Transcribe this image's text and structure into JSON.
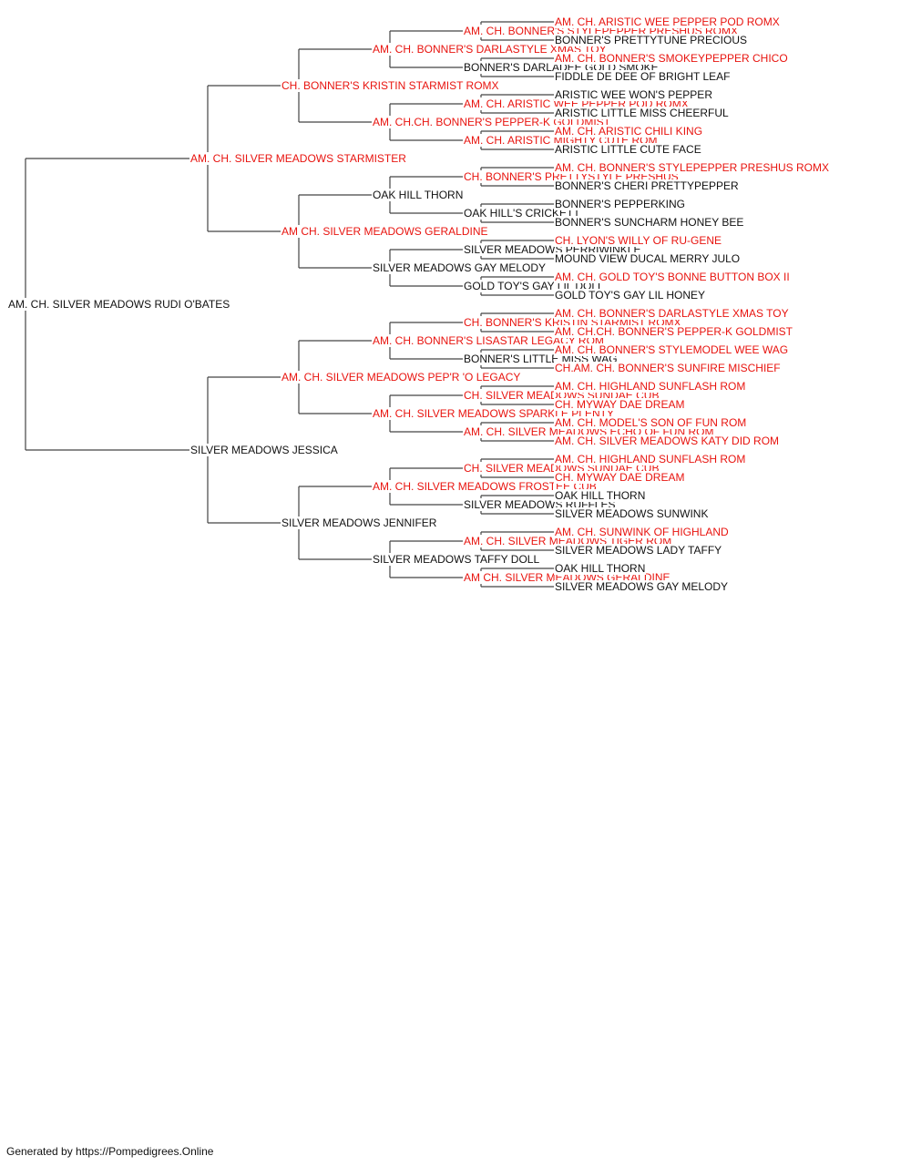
{
  "colors": {
    "champion": "#e8140f",
    "normal": "#111111",
    "line": "#444444"
  },
  "subject": {
    "name": "AM. CH. SILVER MEADOWS RUDI O'BATES",
    "ch": false
  },
  "generations": [
    [
      {
        "name": "AM. CH. SILVER MEADOWS STARMISTER",
        "ch": true
      },
      {
        "name": "SILVER MEADOWS JESSICA",
        "ch": false
      }
    ],
    [
      {
        "name": "CH. BONNER'S KRISTIN STARMIST ROMX",
        "ch": true
      },
      {
        "name": "AM CH. SILVER MEADOWS GERALDINE",
        "ch": true
      },
      {
        "name": "AM. CH. SILVER MEADOWS PEP'R 'O LEGACY",
        "ch": true
      },
      {
        "name": "SILVER MEADOWS JENNIFER",
        "ch": false
      }
    ],
    [
      {
        "name": "AM. CH. BONNER'S DARLASTYLE XMAS TOY",
        "ch": true
      },
      {
        "name": "AM. CH.CH. BONNER'S PEPPER-K GOLDMIST",
        "ch": true
      },
      {
        "name": "OAK HILL THORN",
        "ch": false
      },
      {
        "name": "SILVER MEADOWS GAY MELODY",
        "ch": false
      },
      {
        "name": "AM. CH. BONNER'S LISASTAR LEGACY ROM",
        "ch": true
      },
      {
        "name": "AM. CH. SILVER MEADOWS SPARKLE PLENTY",
        "ch": true
      },
      {
        "name": "AM. CH. SILVER MEADOWS FROSTEE CUB",
        "ch": true
      },
      {
        "name": "SILVER MEADOWS TAFFY DOLL",
        "ch": false
      }
    ],
    [
      {
        "name": "AM. CH. BONNER'S STYLEPEPPER PRESHUS ROMX",
        "ch": true
      },
      {
        "name": "BONNER'S DARLADEE GOLD SMOKE",
        "ch": false
      },
      {
        "name": "AM. CH. ARISTIC WEE PEPPER POD ROMX",
        "ch": true
      },
      {
        "name": "AM. CH. ARISTIC MIGHTY CUTE ROM",
        "ch": true
      },
      {
        "name": "CH. BONNER'S PRETTYSTYLE PRESHUS",
        "ch": true
      },
      {
        "name": "OAK HILL'S CRICKETT",
        "ch": false
      },
      {
        "name": "SILVER MEADOWS PERRIWINKLE",
        "ch": false
      },
      {
        "name": "GOLD TOY'S GAY LIL DOLL",
        "ch": false
      },
      {
        "name": "CH. BONNER'S KRISTIN STARMIST ROMX",
        "ch": true
      },
      {
        "name": "BONNER'S LITTLE MISS WAG",
        "ch": false
      },
      {
        "name": "CH. SILVER MEADOWS SUNDAE CUB",
        "ch": true
      },
      {
        "name": "AM. CH. SILVER MEADOWS ECHO OF FUN ROM",
        "ch": true
      },
      {
        "name": "CH. SILVER MEADOWS SUNDAE CUB",
        "ch": true
      },
      {
        "name": "SILVER MEADOWS RUFFLES",
        "ch": false
      },
      {
        "name": "AM. CH. SILVER MEADOWS TIGER ROM",
        "ch": true
      },
      {
        "name": "AM CH. SILVER MEADOWS GERALDINE",
        "ch": true
      }
    ],
    [
      {
        "name": "AM. CH. ARISTIC WEE PEPPER POD ROMX",
        "ch": true
      },
      {
        "name": "BONNER'S PRETTYTUNE PRECIOUS",
        "ch": false
      },
      {
        "name": "AM. CH. BONNER'S SMOKEYPEPPER CHICO",
        "ch": true
      },
      {
        "name": "FIDDLE DE DEE OF BRIGHT LEAF",
        "ch": false
      },
      {
        "name": "ARISTIC WEE WON'S PEPPER",
        "ch": false
      },
      {
        "name": "ARISTIC LITTLE MISS CHEERFUL",
        "ch": false
      },
      {
        "name": "AM. CH. ARISTIC CHILI KING",
        "ch": true
      },
      {
        "name": "ARISTIC LITTLE CUTE FACE",
        "ch": false
      },
      {
        "name": "AM. CH. BONNER'S STYLEPEPPER PRESHUS ROMX",
        "ch": true
      },
      {
        "name": "BONNER'S CHERI PRETTYPEPPER",
        "ch": false
      },
      {
        "name": "BONNER'S PEPPERKING",
        "ch": false
      },
      {
        "name": "BONNER'S SUNCHARM HONEY BEE",
        "ch": false
      },
      {
        "name": "CH. LYON'S WILLY OF RU-GENE",
        "ch": true
      },
      {
        "name": "MOUND VIEW DUCAL MERRY JULO",
        "ch": false
      },
      {
        "name": "AM. CH. GOLD TOY'S BONNE BUTTON BOX II",
        "ch": true
      },
      {
        "name": "GOLD TOY'S GAY LIL HONEY",
        "ch": false
      },
      {
        "name": "AM. CH. BONNER'S DARLASTYLE XMAS TOY",
        "ch": true
      },
      {
        "name": "AM. CH.CH. BONNER'S PEPPER-K GOLDMIST",
        "ch": true
      },
      {
        "name": "AM. CH. BONNER'S STYLEMODEL WEE WAG",
        "ch": true
      },
      {
        "name": "CH.AM. CH. BONNER'S SUNFIRE MISCHIEF",
        "ch": true
      },
      {
        "name": "AM. CH. HIGHLAND SUNFLASH ROM",
        "ch": true
      },
      {
        "name": "CH. MYWAY DAE DREAM",
        "ch": true
      },
      {
        "name": "AM. CH. MODEL'S SON OF FUN ROM",
        "ch": true
      },
      {
        "name": "AM. CH. SILVER MEADOWS KATY DID ROM",
        "ch": true
      },
      {
        "name": "AM. CH. HIGHLAND SUNFLASH ROM",
        "ch": true
      },
      {
        "name": "CH. MYWAY DAE DREAM",
        "ch": true
      },
      {
        "name": "OAK HILL THORN",
        "ch": false
      },
      {
        "name": "SILVER MEADOWS SUNWINK",
        "ch": false
      },
      {
        "name": "AM. CH. SUNWINK OF HIGHLAND",
        "ch": true
      },
      {
        "name": "SILVER MEADOWS LADY TAFFY",
        "ch": false
      },
      {
        "name": "OAK HILL THORN",
        "ch": false
      },
      {
        "name": "SILVER MEADOWS GAY MELODY",
        "ch": false
      }
    ]
  ],
  "footer": "Generated by https://Pompedigrees.Online"
}
